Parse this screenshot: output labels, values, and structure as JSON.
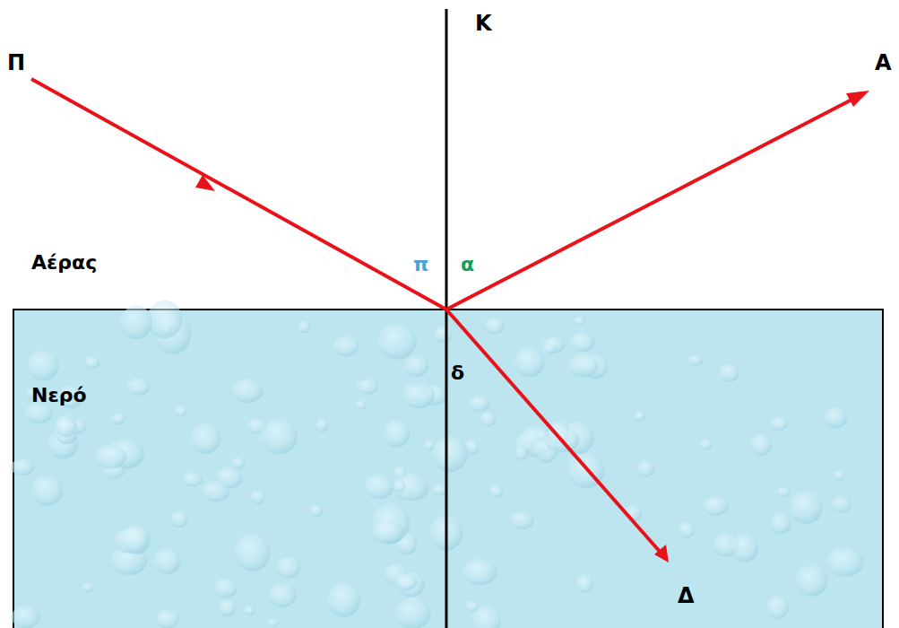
{
  "diagram": {
    "labels": [
      "Κ",
      "Π",
      "Α",
      "Αέρας",
      "π",
      "α",
      "Νερό",
      "δ",
      "Δ"
    ]
  }
}
